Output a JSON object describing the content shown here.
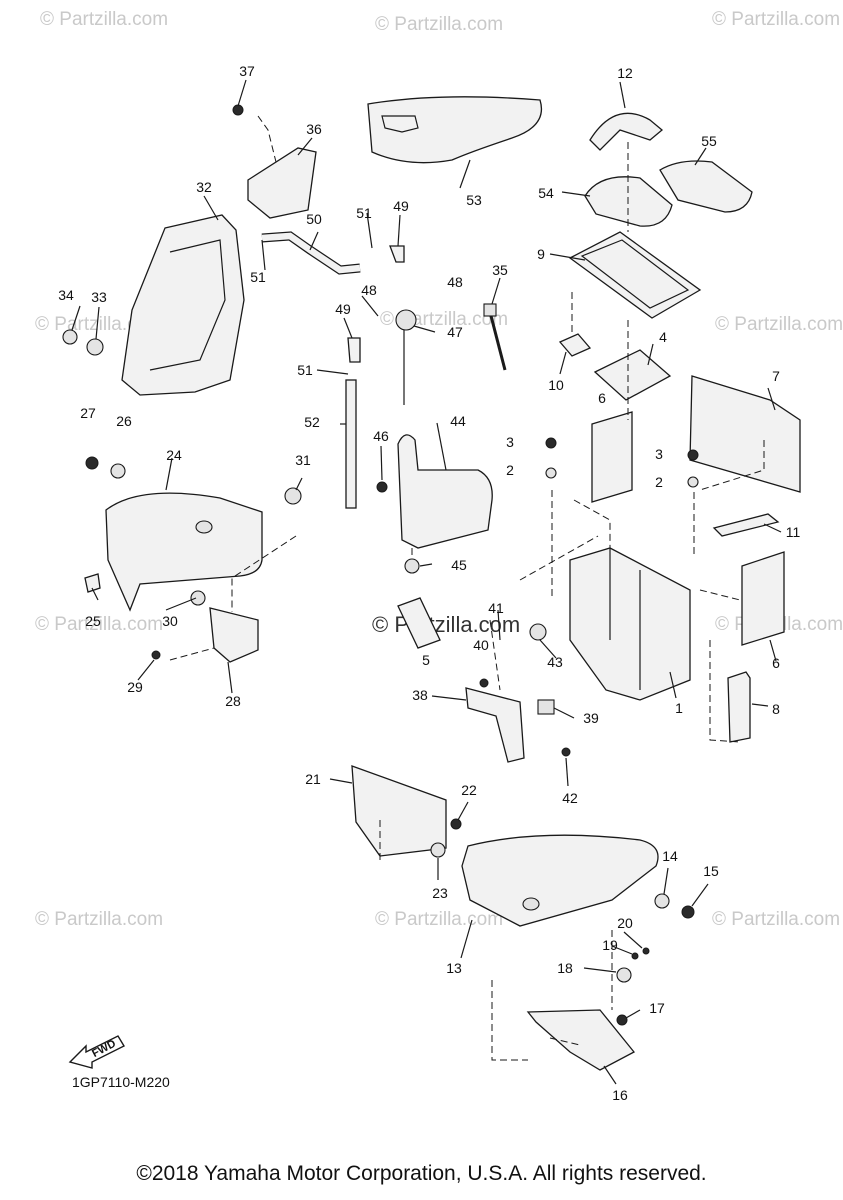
{
  "watermark": "© Partzilla.com",
  "center_watermark": "© Partzilla.com",
  "diagram_code": "1GP7110-M220",
  "fwd_label": "FWD",
  "copyright": "©2018 Yamaha Motor Corporation, U.S.A. All rights reserved.",
  "callouts": [
    "1",
    "2",
    "2",
    "3",
    "3",
    "4",
    "5",
    "6",
    "6",
    "7",
    "8",
    "9",
    "10",
    "11",
    "12",
    "13",
    "14",
    "15",
    "16",
    "17",
    "18",
    "19",
    "20",
    "21",
    "22",
    "23",
    "24",
    "25",
    "26",
    "27",
    "28",
    "29",
    "30",
    "31",
    "32",
    "33",
    "34",
    "35",
    "36",
    "37",
    "38",
    "39",
    "40",
    "41",
    "42",
    "43",
    "44",
    "45",
    "46",
    "47",
    "48",
    "48",
    "49",
    "49",
    "50",
    "51",
    "51",
    "51",
    "52",
    "53",
    "54",
    "55"
  ]
}
